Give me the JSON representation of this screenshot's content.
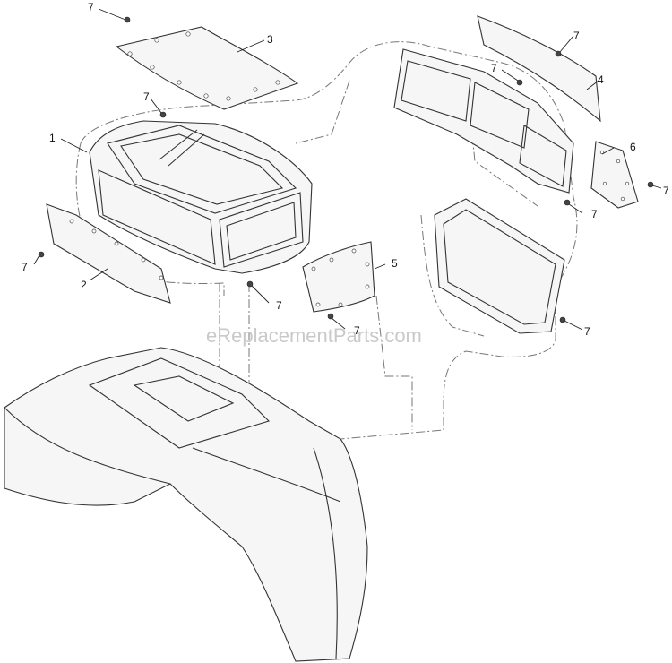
{
  "watermark": "eReplacementParts.com",
  "callouts": [
    {
      "id": "c1",
      "label": "1"
    },
    {
      "id": "c2",
      "label": "2"
    },
    {
      "id": "c3",
      "label": "3"
    },
    {
      "id": "c4",
      "label": "4"
    },
    {
      "id": "c5",
      "label": "5"
    },
    {
      "id": "c6",
      "label": "6"
    },
    {
      "id": "c7a",
      "label": "7"
    },
    {
      "id": "c7b",
      "label": "7"
    },
    {
      "id": "c7c",
      "label": "7"
    },
    {
      "id": "c7d",
      "label": "7"
    },
    {
      "id": "c7e",
      "label": "7"
    },
    {
      "id": "c7f",
      "label": "7"
    },
    {
      "id": "c7g",
      "label": "7"
    },
    {
      "id": "c7h",
      "label": "7"
    },
    {
      "id": "c7i",
      "label": "7"
    },
    {
      "id": "c7j",
      "label": "7"
    }
  ]
}
